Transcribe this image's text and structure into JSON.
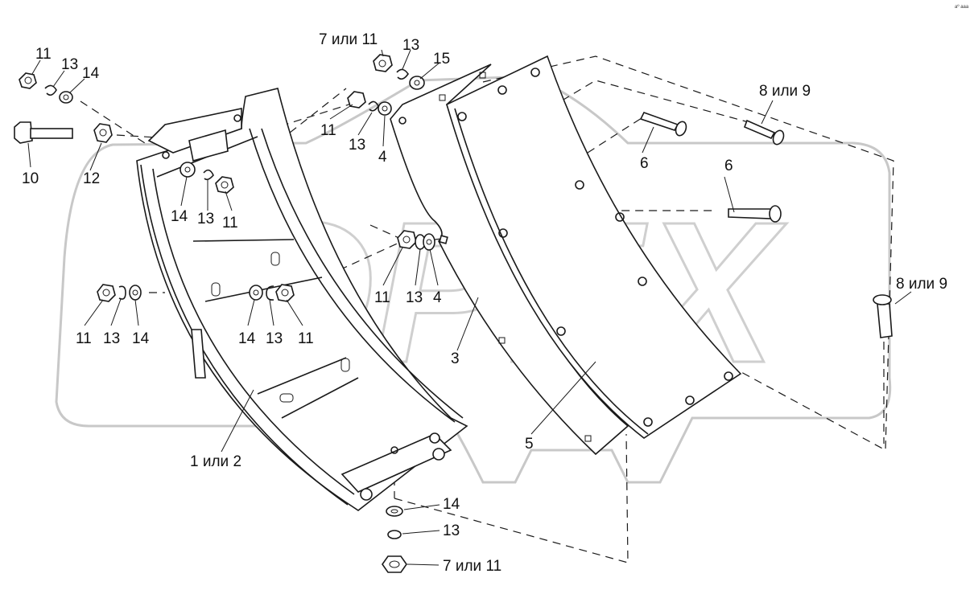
{
  "corner_mark": "аº ааа",
  "watermark": "OPEX",
  "labels": {
    "l11_a": "11",
    "l13_a": "13",
    "l14_a": "14",
    "l10": "10",
    "l12": "12",
    "l7or11_top": "7 или 11",
    "l13_top": "13",
    "l15": "15",
    "l11_b": "11",
    "l13_b": "13",
    "l4_a": "4",
    "l14_b": "14",
    "l13_c": "13",
    "l11_c": "11",
    "l11_d": "11",
    "l13_d": "13",
    "l4_b": "4",
    "l11_e": "11",
    "l13_e": "13",
    "l14_e": "14",
    "l14_f": "14",
    "l13_f": "13",
    "l11_f": "11",
    "l3": "3",
    "l5": "5",
    "l1or2": "1 или 2",
    "l8or9_top": "8 или 9",
    "l6_a": "6",
    "l6_b": "6",
    "l8or9_right": "8 или 9",
    "l14_bottom": "14",
    "l13_bottom": "13",
    "l7or11_bottom": "7 или 11"
  }
}
